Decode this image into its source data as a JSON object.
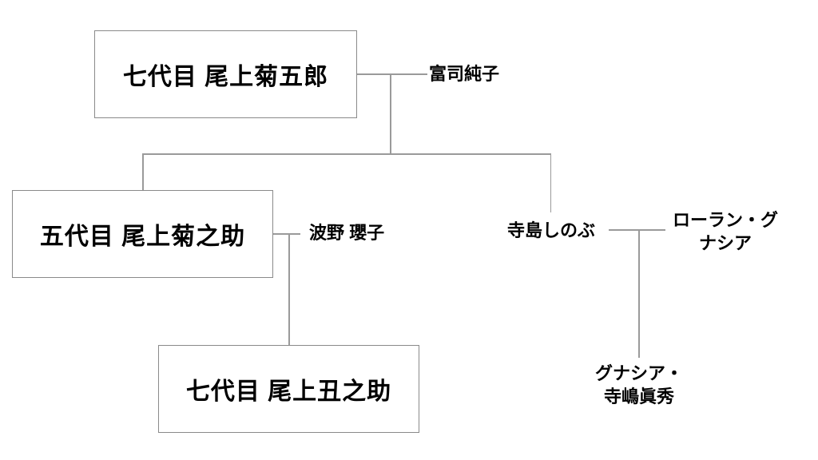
{
  "diagram": {
    "type": "family-tree",
    "colors": {
      "line": "#9a9a9a",
      "box_border": "#8a8a8a",
      "text": "#000000",
      "background": "#ffffff"
    },
    "nodes": {
      "kikugoro": {
        "label": "七代目 尾上菊五郎"
      },
      "kikunosuke": {
        "label": "五代目 尾上菊之助"
      },
      "ushinosuke": {
        "label": "七代目 尾上丑之助"
      },
      "fuji": {
        "label": "富司純子"
      },
      "namino": {
        "label": "波野 瓔子"
      },
      "shinobu": {
        "label": "寺島しのぶ"
      },
      "laurent": {
        "line1": "ローラン・グ",
        "line2": "ナシア"
      },
      "mahoro": {
        "line1": "グナシア・",
        "line2": "寺嶋眞秀"
      }
    },
    "relationships": [
      "七代目 尾上菊五郎 ⚭ 富司純子",
      "五代目 尾上菊之助 ⚭ 波野 瓔子",
      "寺島しのぶ ⚭ ローラン・グナシア",
      "五代目 尾上菊之助と寺島しのぶは七代目 尾上菊五郎・富司純子の子",
      "七代目 尾上丑之助は五代目 尾上菊之助・波野 瓔子の子",
      "グナシア・寺嶋眞秀は寺島しのぶ・ローラン・グナシアの子"
    ]
  }
}
